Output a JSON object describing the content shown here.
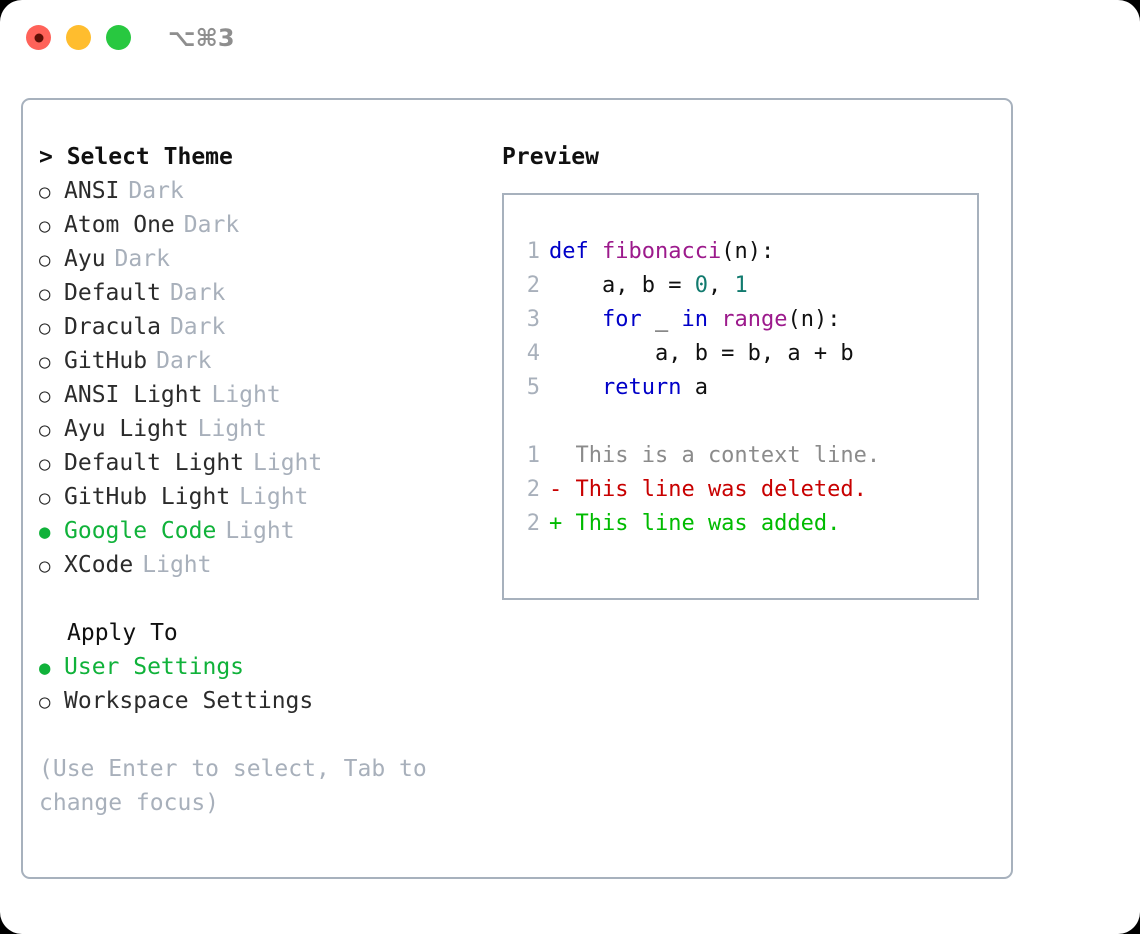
{
  "window": {
    "shortcut": "⌥⌘3",
    "traffic_lights": [
      {
        "name": "close",
        "color": "#ff6259"
      },
      {
        "name": "minimize",
        "color": "#ffbd2e"
      },
      {
        "name": "maximize",
        "color": "#28c840"
      }
    ]
  },
  "theme_picker": {
    "heading": "> Select Theme",
    "selected_marker": "●",
    "unselected_marker": "○",
    "selected_color": "#10b23a",
    "options": [
      {
        "marker": "○",
        "label": "ANSI",
        "suffix": "Dark",
        "selected": false
      },
      {
        "marker": "○",
        "label": "Atom One",
        "suffix": "Dark",
        "selected": false
      },
      {
        "marker": "○",
        "label": "Ayu",
        "suffix": "Dark",
        "selected": false
      },
      {
        "marker": "○",
        "label": "Default",
        "suffix": "Dark",
        "selected": false
      },
      {
        "marker": "○",
        "label": "Dracula",
        "suffix": "Dark",
        "selected": false
      },
      {
        "marker": "○",
        "label": "GitHub",
        "suffix": "Dark",
        "selected": false
      },
      {
        "marker": "○",
        "label": "ANSI Light",
        "suffix": "Light",
        "selected": false
      },
      {
        "marker": "○",
        "label": "Ayu Light",
        "suffix": "Light",
        "selected": false
      },
      {
        "marker": "○",
        "label": "Default Light",
        "suffix": "Light",
        "selected": false
      },
      {
        "marker": "○",
        "label": "GitHub Light",
        "suffix": "Light",
        "selected": false
      },
      {
        "marker": "●",
        "label": "Google Code",
        "suffix": "Light",
        "selected": true
      },
      {
        "marker": "○",
        "label": "XCode",
        "suffix": "Light",
        "selected": false
      }
    ]
  },
  "apply_to": {
    "heading": "Apply To",
    "options": [
      {
        "marker": "●",
        "label": "User Settings",
        "selected": true
      },
      {
        "marker": "○",
        "label": "Workspace Settings",
        "selected": false
      }
    ]
  },
  "hint": "(Use Enter to select, Tab to change focus)",
  "preview": {
    "title": "Preview",
    "code_lines": [
      {
        "no": "1",
        "tokens": [
          {
            "t": "def ",
            "c": "kw"
          },
          {
            "t": "fibonacci",
            "c": "fn"
          },
          {
            "t": "(n):",
            "c": "plain"
          }
        ]
      },
      {
        "no": "2",
        "tokens": [
          {
            "t": "    a, b = ",
            "c": "plain"
          },
          {
            "t": "0",
            "c": "num"
          },
          {
            "t": ", ",
            "c": "plain"
          },
          {
            "t": "1",
            "c": "num"
          }
        ]
      },
      {
        "no": "3",
        "tokens": [
          {
            "t": "    for",
            "c": "kw"
          },
          {
            "t": " _ ",
            "c": "plain"
          },
          {
            "t": "in ",
            "c": "kw"
          },
          {
            "t": "range",
            "c": "fn"
          },
          {
            "t": "(n):",
            "c": "plain"
          }
        ]
      },
      {
        "no": "4",
        "tokens": [
          {
            "t": "        a, b = b, a + b",
            "c": "plain"
          }
        ]
      },
      {
        "no": "5",
        "tokens": [
          {
            "t": "    return",
            "c": "kw"
          },
          {
            "t": " a",
            "c": "plain"
          }
        ]
      }
    ],
    "diff_lines": [
      {
        "no": "1",
        "sign": "  ",
        "text": "This is a context line.",
        "kind": "ctx"
      },
      {
        "no": "2",
        "sign": "- ",
        "text": "This line was deleted.",
        "kind": "del"
      },
      {
        "no": "2",
        "sign": "+ ",
        "text": "This line was added.",
        "kind": "add"
      }
    ]
  }
}
